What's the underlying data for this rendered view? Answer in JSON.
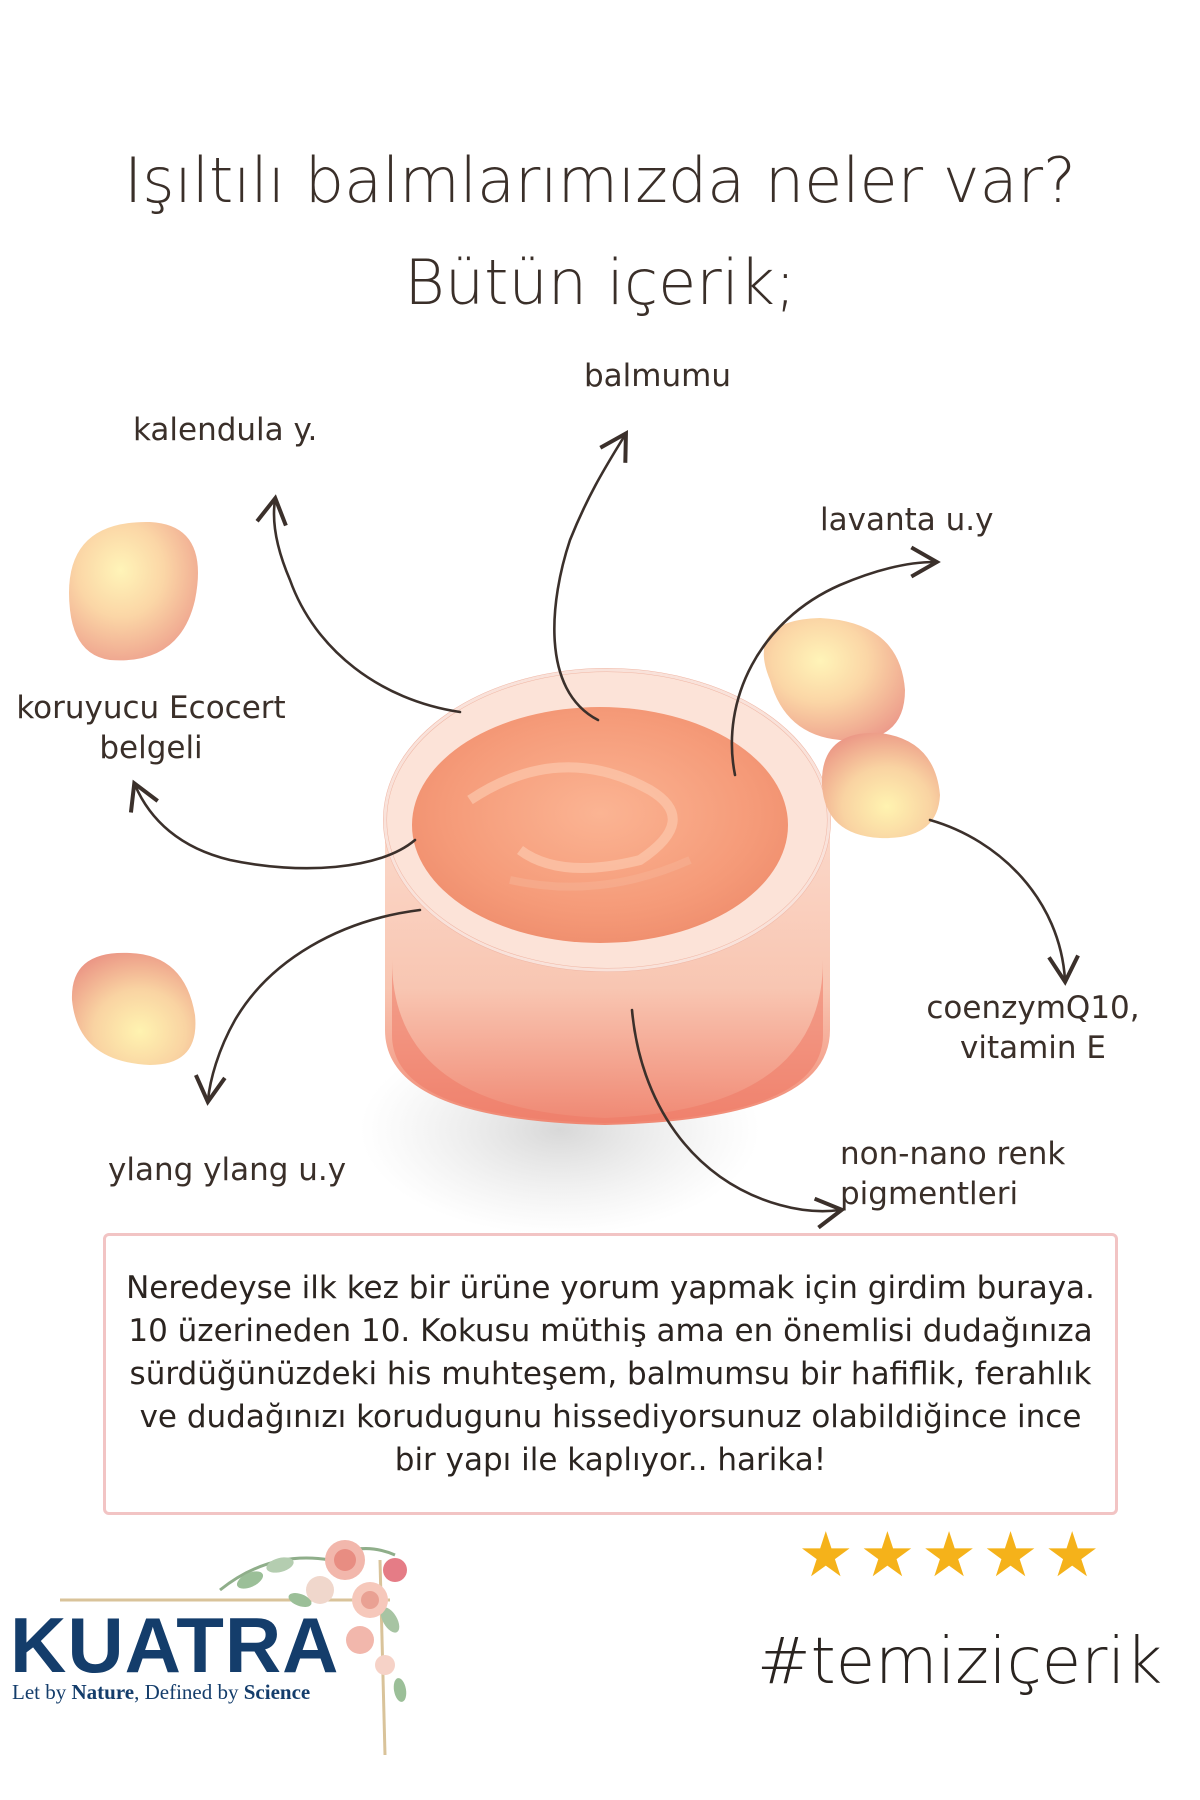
{
  "heading": {
    "line1": "Işıltılı balmlarımızda neler var?",
    "line2": "Bütün içerik;"
  },
  "ingredients": {
    "balmumu": "balmumu",
    "kalendula": "kalendula y.",
    "lavanta": "lavanta u.y",
    "koruyucu_1": "koruyucu Ecocert",
    "koruyucu_2": "belgeli",
    "coenzym_1": "coenzymQ10,",
    "coenzym_2": "vitamin E",
    "ylang": "ylang ylang u.y",
    "pigment_1": "non-nano renk",
    "pigment_2": "pigmentleri"
  },
  "review": {
    "text": "Neredeyse ilk kez bir ürüne yorum yapmak için girdim buraya. 10 üzerineden 10. Kokusu müthiş ama en önemlisi dudağınıza sürdüğünüzdeki his muhteşem, balmumsu bir hafiflik, ferahlık ve dudağınızı korudugunu hissediyorsunuz olabildiğince ince bir yapı ile kaplıyor.. harika!",
    "rating": 5,
    "stars": [
      "★",
      "★",
      "★",
      "★",
      "★"
    ]
  },
  "hashtag": "#temiziçerik",
  "brand": {
    "name": "KUATRA",
    "tagline_1": "Let by ",
    "tagline_2": "Nature",
    "tagline_3": ", Defined by ",
    "tagline_4": "Science"
  },
  "colors": {
    "text": "#3a2f29",
    "review_border": "#f2c4c4",
    "star": "#f5b21a",
    "brand": "#143d6b",
    "balm": "#f5a07f"
  }
}
